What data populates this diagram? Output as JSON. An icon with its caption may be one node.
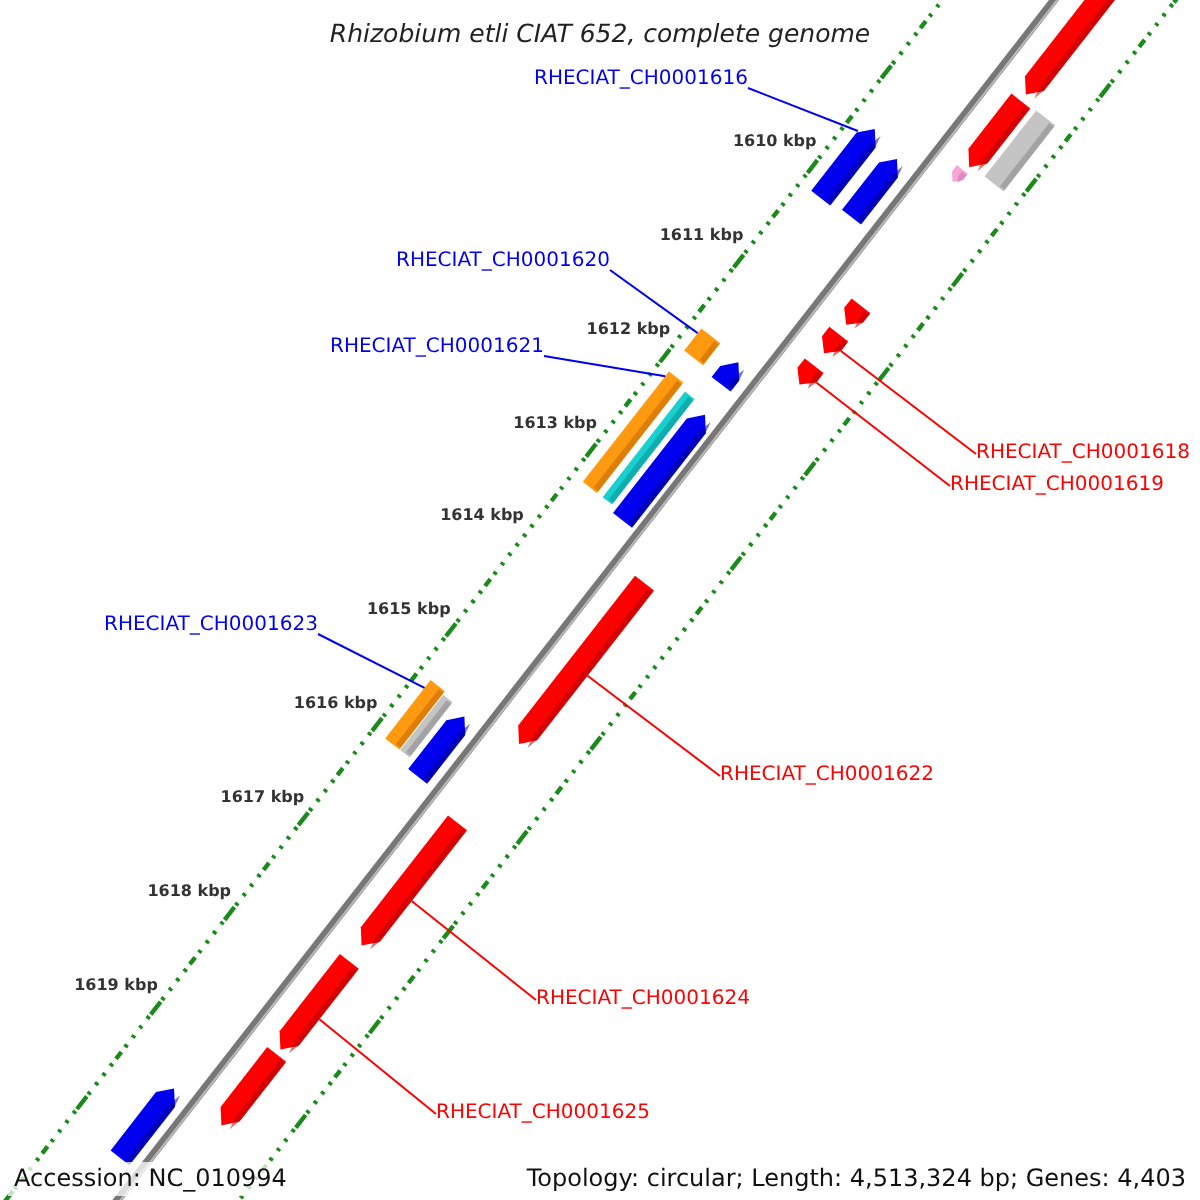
{
  "diagram": {
    "title": "Rhizobium etli CIAT 652, complete genome",
    "nodes": [
      {
        "text": [
          "RHECIAT_CH0001616"
        ]
      },
      {
        "text": [
          "RHECIAT_CH0001620"
        ]
      },
      {
        "text": [
          "RHECIAT_CH0001621"
        ]
      },
      {
        "text": [
          "RHECIAT_CH0001618"
        ]
      },
      {
        "text": [
          "RHECIAT_CH0001619"
        ]
      },
      {
        "text": [
          "RHECIAT_CH0001623"
        ]
      },
      {
        "text": [
          "RHECIAT_CH0001622"
        ]
      },
      {
        "text": [
          "RHECIAT_CH0001624"
        ]
      },
      {
        "text": [
          "RHECIAT_CH0001625"
        ]
      },
      {
        "text": [],
        "shape": "arrow"
      },
      {
        "text": [],
        "shape": "arrow"
      },
      {
        "text": [],
        "shape": "bar"
      },
      {
        "text": [],
        "shape": "arrow"
      },
      {
        "text": [],
        "shape": "arrow"
      },
      {
        "text": [],
        "shape": "arrow"
      },
      {
        "text": [],
        "shape": "arrow"
      },
      {
        "text": [],
        "shape": "arrow"
      },
      {
        "text": [],
        "shape": "arrow"
      },
      {
        "text": [],
        "shape": "box"
      },
      {
        "text": [],
        "shape": "arrow"
      },
      {
        "text": [],
        "shape": "bar"
      },
      {
        "text": [],
        "shape": "bar"
      },
      {
        "text": [],
        "shape": "arrow"
      },
      {
        "text": [],
        "shape": "arrow"
      },
      {
        "text": [],
        "shape": "box"
      },
      {
        "text": [],
        "shape": "bar"
      },
      {
        "text": [],
        "shape": "arrow"
      },
      {
        "text": [],
        "shape": "arrow"
      },
      {
        "text": [],
        "shape": "arrow"
      },
      {
        "text": [],
        "shape": "arrow"
      },
      {
        "text": [],
        "shape": "arrow"
      }
    ],
    "edges": [
      {
        "from": 0,
        "to": 13,
        "arrow": "none",
        "color": "#0000ee"
      },
      {
        "from": 1,
        "to": 18,
        "arrow": "none",
        "color": "#0000ee"
      },
      {
        "from": 2,
        "to": 20,
        "arrow": "none",
        "color": "#0000ee"
      },
      {
        "from": 3,
        "to": 16,
        "arrow": "none",
        "color": "#ff0000"
      },
      {
        "from": 4,
        "to": 17,
        "arrow": "none",
        "color": "#ff0000"
      },
      {
        "from": 5,
        "to": 24,
        "arrow": "none",
        "color": "#0000ee"
      },
      {
        "from": 6,
        "to": 23,
        "arrow": "none",
        "color": "#ff0000"
      },
      {
        "from": 7,
        "to": 27,
        "arrow": "none",
        "color": "#ff0000"
      },
      {
        "from": 8,
        "to": 28,
        "arrow": "none",
        "color": "#ff0000"
      }
    ],
    "labels": [
      "1610 kbp",
      "1611 kbp",
      "1612 kbp",
      "1613 kbp",
      "1614 kbp",
      "1615 kbp",
      "1616 kbp",
      "1617 kbp",
      "1618 kbp",
      "1619 kbp",
      "Accession: NC_010994",
      "Topology: circular; Length: 4,513,324 bp; Genes: 4,403"
    ]
  }
}
